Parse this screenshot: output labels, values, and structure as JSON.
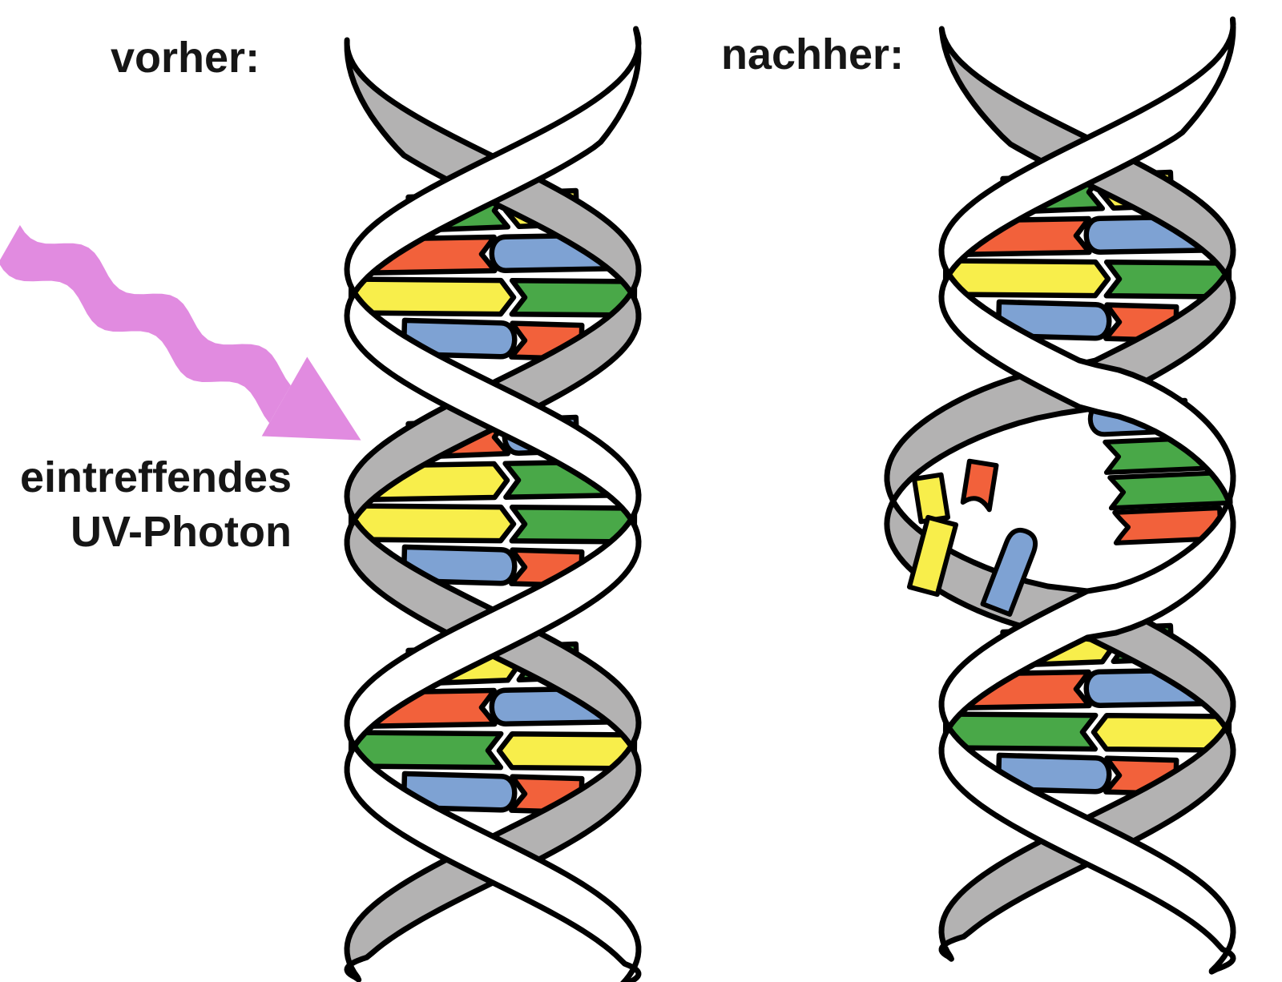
{
  "labels": {
    "before": "vorher:",
    "after": "nachher:",
    "photon_line1": "eintreffendes",
    "photon_line2": "UV-Photon"
  },
  "colors": {
    "strand_white": "#ffffff",
    "backbone_gray": "#b3b2b2",
    "outline": "#000000",
    "photon_pink": "#e18be0",
    "bases": {
      "yellow": "#f8ee4b",
      "green": "#49a848",
      "orange": "#f2613b",
      "blue": "#7ea2d3"
    }
  },
  "helix_before": {
    "name": "vorher",
    "eyes": [
      {
        "pairs": [
          [
            "green",
            "yellow"
          ],
          [
            "orange",
            "blue"
          ],
          [
            "yellow",
            "green"
          ],
          [
            "blue",
            "orange"
          ]
        ]
      },
      {
        "pairs": [
          [
            "orange",
            "blue"
          ],
          [
            "yellow",
            "green"
          ],
          [
            "yellow",
            "green"
          ],
          [
            "blue",
            "orange"
          ]
        ]
      },
      {
        "pairs": [
          [
            "yellow",
            "green"
          ],
          [
            "orange",
            "blue"
          ],
          [
            "green",
            "yellow"
          ],
          [
            "blue",
            "orange"
          ]
        ]
      }
    ]
  },
  "helix_after": {
    "name": "nachher",
    "top_eye": {
      "pairs": [
        [
          "green",
          "yellow"
        ],
        [
          "orange",
          "blue"
        ],
        [
          "yellow",
          "green"
        ],
        [
          "blue",
          "orange"
        ]
      ]
    },
    "damaged_site": {
      "attached_bases_right": [
        "blue",
        "green",
        "green",
        "orange"
      ],
      "detached_bases_left": [
        "orange",
        "blue"
      ],
      "dimer_bases": [
        "yellow",
        "yellow"
      ]
    },
    "bottom_eye": {
      "pairs": [
        [
          "yellow",
          "green"
        ],
        [
          "orange",
          "blue"
        ],
        [
          "green",
          "yellow"
        ],
        [
          "blue",
          "orange"
        ]
      ]
    }
  }
}
